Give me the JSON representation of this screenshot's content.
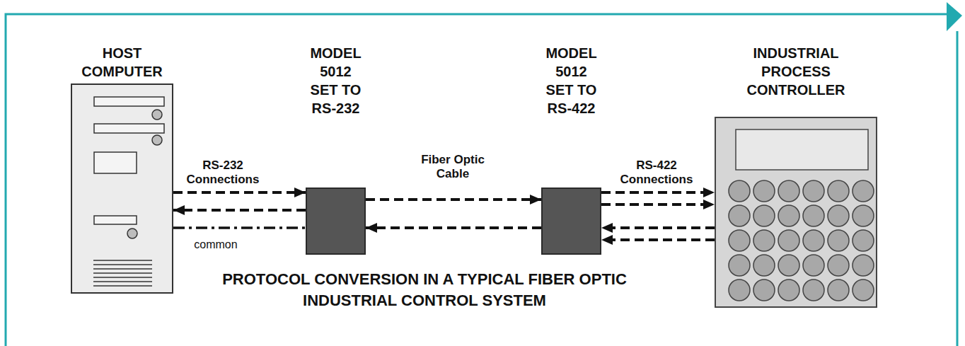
{
  "diagram": {
    "caption": "PROTOCOL CONVERSION IN A TYPICAL FIBER OPTIC INDUSTRIAL CONTROL SYSTEM",
    "nodes": [
      {
        "text": [
          "HOST COMPUTER"
        ]
      },
      {
        "text": [
          "MODEL 5012 SET TO RS-232"
        ]
      },
      {
        "text": [
          "MODEL 5012 SET TO RS-422"
        ]
      },
      {
        "text": [
          "INDUSTRIAL PROCESS CONTROLLER"
        ]
      }
    ],
    "edges": [
      {
        "from": 0,
        "to": 1,
        "arrow": "to",
        "label": "RS-232 Connections"
      },
      {
        "from": 1,
        "to": 0,
        "arrow": "to"
      },
      {
        "from": 0,
        "to": 1,
        "arrow": "none",
        "label": "common"
      },
      {
        "from": 1,
        "to": 2,
        "arrow": "to",
        "label": "Fiber Optic Cable"
      },
      {
        "from": 2,
        "to": 1,
        "arrow": "to"
      },
      {
        "from": 2,
        "to": 3,
        "arrow": "to",
        "label": "RS-422 Connections"
      },
      {
        "from": 2,
        "to": 3,
        "arrow": "to"
      },
      {
        "from": 3,
        "to": 2,
        "arrow": "to"
      },
      {
        "from": 3,
        "to": 2,
        "arrow": "to"
      }
    ]
  }
}
